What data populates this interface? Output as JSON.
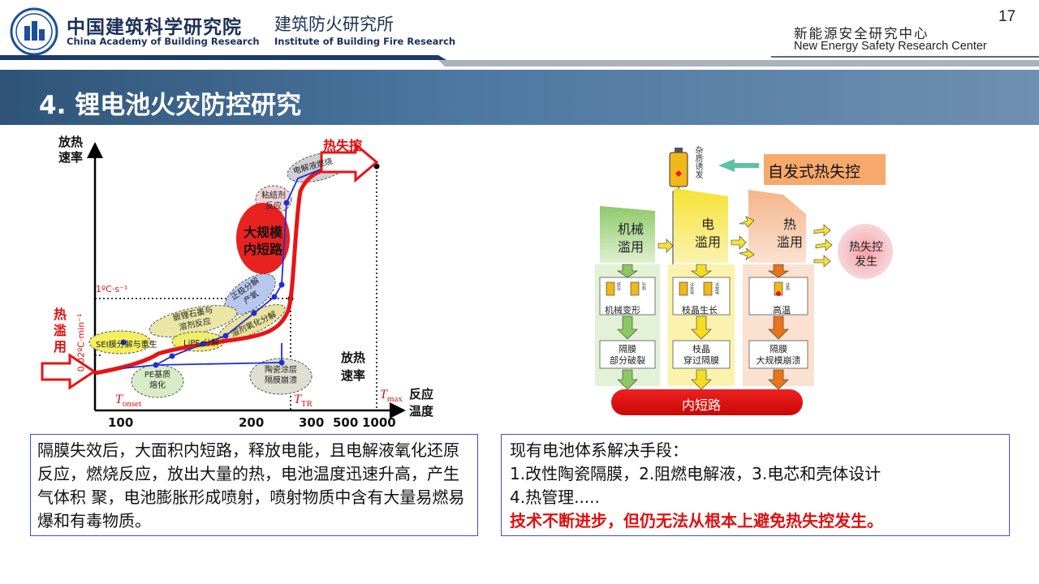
{
  "header": {
    "org_cn": "中国建筑科学研究院",
    "inst_cn": "建筑防火研究所",
    "org_en": "China Academy of Building Research",
    "inst_en": "Institute of Building Fire Research",
    "center_cn": "新能源安全研究中心",
    "center_en": "New Energy Safety Research Center",
    "page_number": "17"
  },
  "title": "4. 锂电池火灾防控研究",
  "left_chart": {
    "y_label": [
      "放热",
      "速率"
    ],
    "runaway_label": "热失控",
    "abuse_label": [
      "热",
      "滥",
      "用"
    ],
    "rate_1": "1ºC·s⁻¹",
    "rate_2": "0.02ºC·min⁻¹",
    "bubbles": {
      "electrolyte": "电解液燃烧",
      "binder": [
        "粘结剂",
        "反应"
      ],
      "short": [
        "大规模",
        "内短路"
      ],
      "cathode": [
        "正极分解",
        "产氧"
      ],
      "graphite": [
        "嵌锂石墨与",
        "溶剂反应"
      ],
      "solvent": "溶剂氧化分解",
      "lipf6": "LiPF₆分解",
      "sei": "SEI膜分解与重生",
      "pe": [
        "PE基质",
        "熔化"
      ],
      "ceramic": [
        "陶瓷涂层",
        "隔膜崩溃"
      ]
    },
    "heat_rate_label": [
      "放热",
      "速率"
    ],
    "t_onset": "onset",
    "t_tr": "TR",
    "t_max": "max",
    "x_axis_label": [
      "反应",
      "温度"
    ],
    "x_ticks": [
      "100",
      "200",
      "300",
      "500",
      "1000"
    ]
  },
  "right_diagram": {
    "trigger": "杂质诱发",
    "spontaneous": "自发式热失控",
    "mechanical": [
      "机械",
      "滥用"
    ],
    "electrical": [
      "电",
      "滥用"
    ],
    "thermal": [
      "热",
      "滥用"
    ],
    "runaway": [
      "热失控",
      "发生"
    ],
    "deform": "机械变形",
    "dendrite": "枝晶生长",
    "high_temp": "高温",
    "sep_partial": [
      "隔膜",
      "部分破裂"
    ],
    "sep_pierce": [
      "枝晶",
      "穿过隔膜"
    ],
    "sep_collapse": [
      "隔膜",
      "大规模崩溃"
    ],
    "short_circuit": "内短路",
    "icon_tiny": [
      "挤压",
      "针刺",
      "过充电",
      "过放电",
      "过热"
    ]
  },
  "text_left": "隔膜失效后，大面积内短路，释放电能，且电解液氧化还原反应，燃烧反应，放出大量的热，电池温度迅速升高，产生气体积 聚，电池膨胀形成喷射，喷射物质中含有大量易燃易爆和有毒物质。",
  "text_right": {
    "line1": "现有电池体系解决手段：",
    "line2": "1.改性陶瓷隔膜，2.阻燃电解液，3.电芯和壳体设计",
    "line3": "4.热管理.....",
    "line4": "技术不断进步，但仍无法从根本上避免热失控发生。"
  },
  "colors": {
    "title_bar": "#3f6891",
    "navy": "#1c2f56",
    "red": "#e01010",
    "blue_box": "#3f4fd0"
  }
}
